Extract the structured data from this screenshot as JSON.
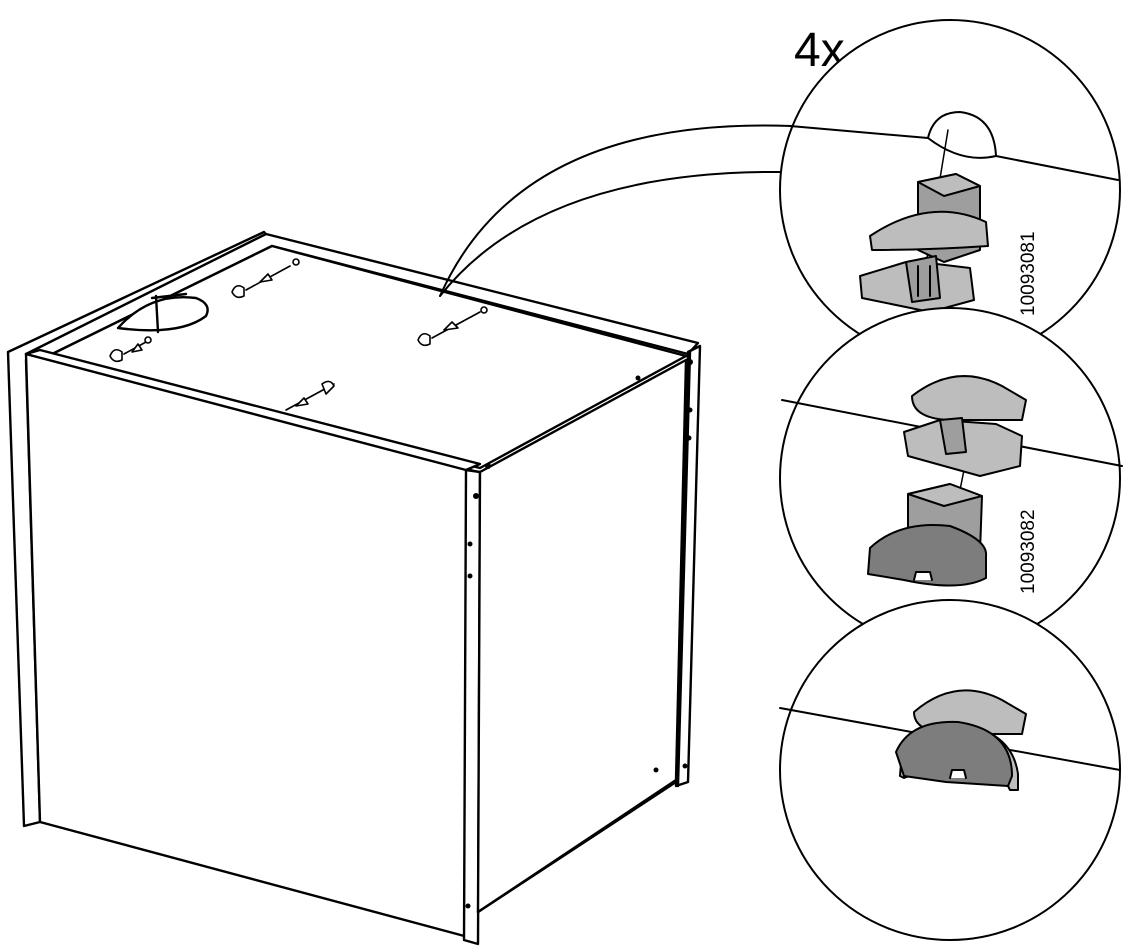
{
  "step": {
    "quantity_label": "4x"
  },
  "details": [
    {
      "part_number": "10093081",
      "stage": "separate"
    },
    {
      "part_number": "10093082",
      "stage": "insert"
    },
    {
      "part_number": "",
      "stage": "assembled"
    }
  ],
  "colors": {
    "line": "#000000",
    "part_light": "#bdbdbd",
    "part_mid": "#9e9e9e",
    "part_dark": "#7d7d7d",
    "background": "#ffffff"
  },
  "icons": [
    "cabinet-carcass",
    "connector-fitting",
    "connector-clip"
  ]
}
